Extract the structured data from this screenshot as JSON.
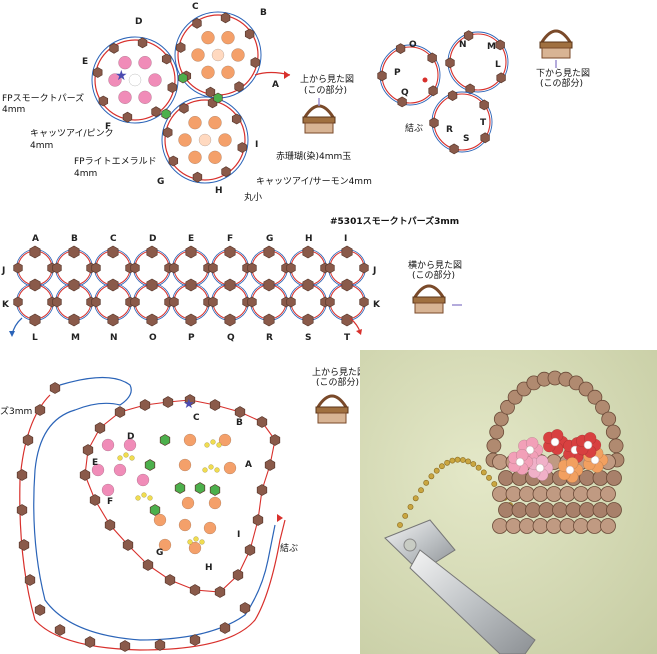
{
  "top_diagram": {
    "letters": [
      "A",
      "B",
      "C",
      "D",
      "E",
      "F",
      "G",
      "H",
      "I"
    ],
    "labels": {
      "smoky": "FPスモークトパーズ",
      "smoky_size": "4mm",
      "cats_eye_pink": "キャッツアイ/ピンク",
      "cats_eye_pink_size": "4mm",
      "emerald": "FPライトエメラルド",
      "emerald_size": "4mm",
      "coral": "赤珊瑚(染)4mm玉",
      "cats_eye_salmon": "キャッツアイ/サーモン4mm",
      "maru": "丸小"
    },
    "view_label_line1": "上から見た図",
    "view_label_line2": "(この部分)"
  },
  "right_diagram": {
    "letters": [
      "N",
      "M",
      "O",
      "L",
      "P",
      "Q",
      "T",
      "R",
      "S"
    ],
    "tie_label": "結ぶ",
    "view_label_line1": "下から見た図",
    "view_label_line2": "(この部分)"
  },
  "middle_diagram": {
    "bead_label": "#5301スモークトパーズ3mm",
    "top_letters": [
      "A",
      "B",
      "C",
      "D",
      "E",
      "F",
      "G",
      "H",
      "I"
    ],
    "side_letters": [
      "J",
      "K"
    ],
    "bottom_letters": [
      "L",
      "M",
      "N",
      "O",
      "P",
      "Q",
      "R",
      "S",
      "T"
    ],
    "view_label_line1": "横から見た図",
    "view_label_line2": "(この部分)"
  },
  "bottom_diagram": {
    "letters": [
      "C",
      "B",
      "D",
      "A",
      "E",
      "F",
      "G",
      "H",
      "I"
    ],
    "side_label": "ズ3mm",
    "tie_label": "結ぶ",
    "view_label_line1": "上から見た図",
    "view_label_line2": "(この部分)"
  },
  "colors": {
    "brown_bead": "#8a5a4a",
    "pink_bead": "#f08cb8",
    "orange_bead": "#f4a06a",
    "green_bead": "#4cb04c",
    "red_wire": "#d8302c",
    "blue_wire": "#2b64b8",
    "arrow_purple": "#9a8fd0"
  }
}
